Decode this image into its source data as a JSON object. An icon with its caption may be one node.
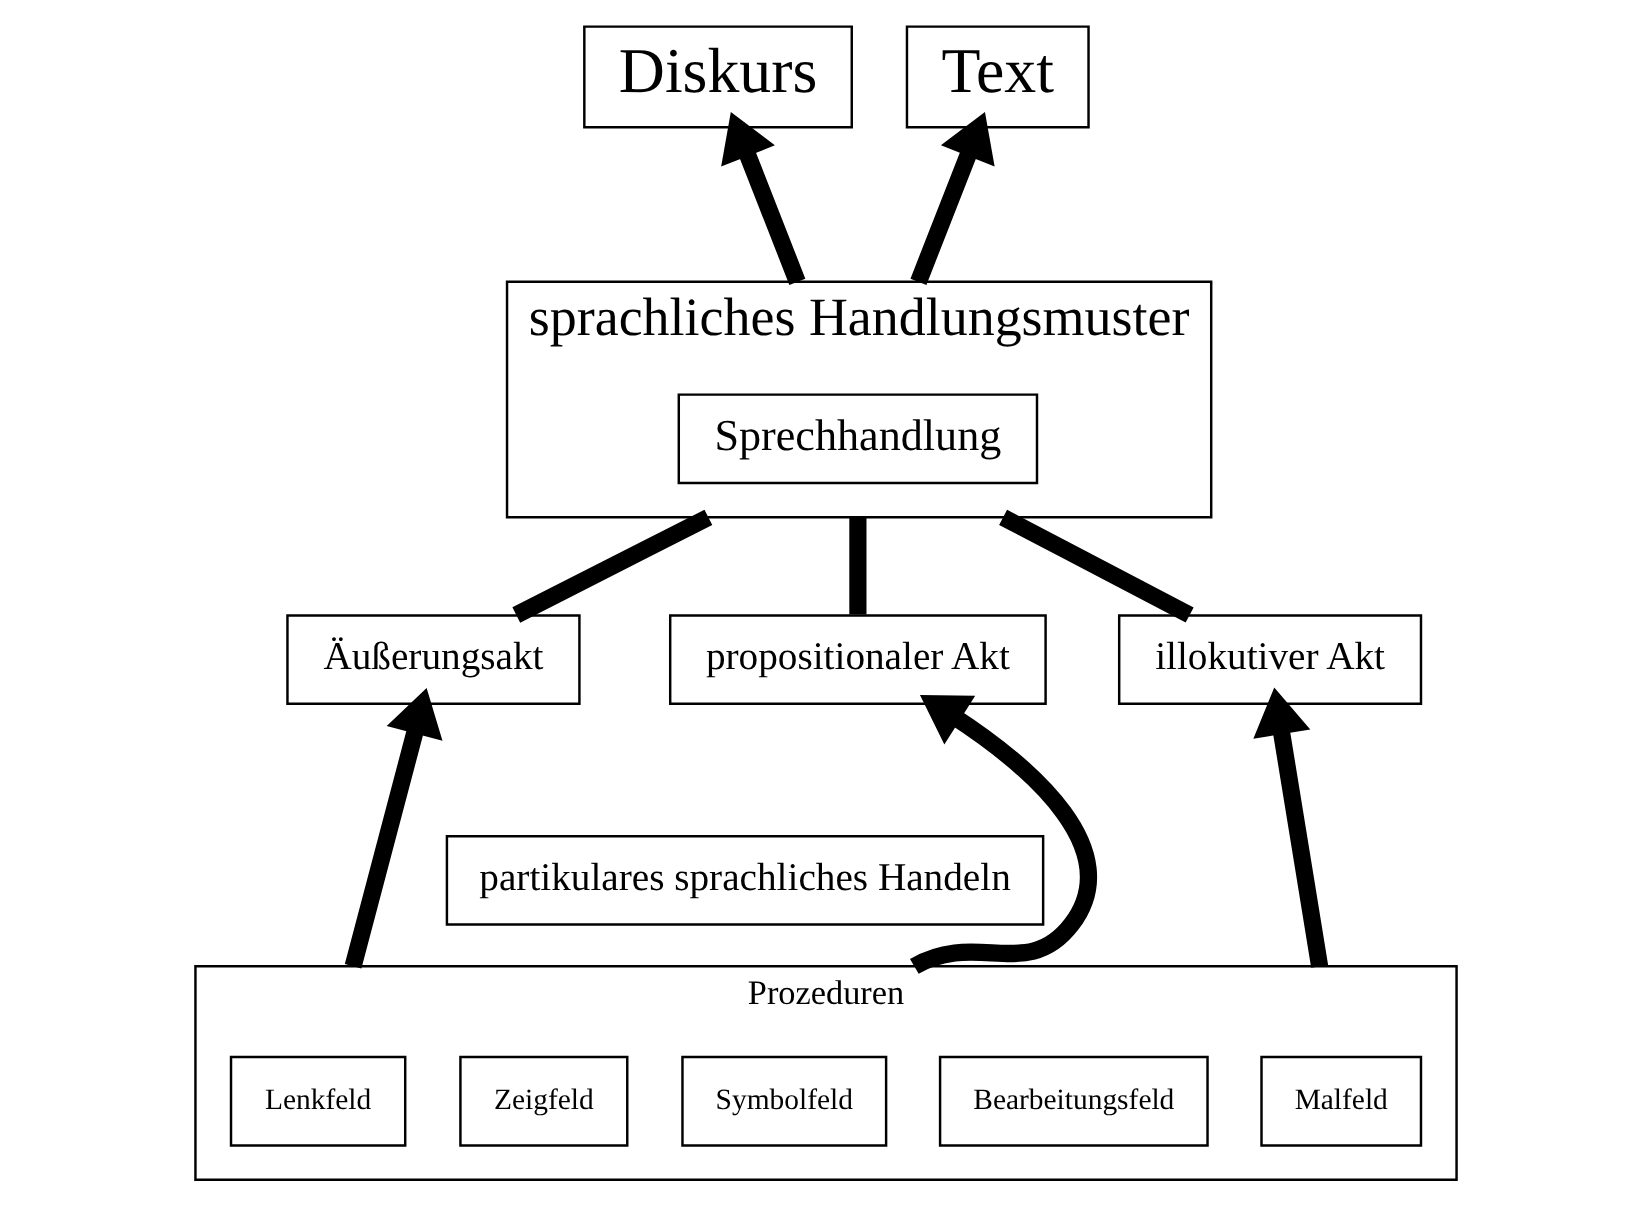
{
  "diagram": {
    "nodes": [
      {
        "text": [
          "Diskurs"
        ]
      },
      {
        "text": [
          "Text"
        ]
      },
      {
        "text": [
          "sprachliches Handlungsmuster"
        ]
      },
      {
        "text": [
          "Sprechhandlung"
        ],
        "in": 2
      },
      {
        "text": [
          "Äußerungsakt"
        ]
      },
      {
        "text": [
          "propositionaler Akt"
        ]
      },
      {
        "text": [
          "illokutiver Akt"
        ]
      },
      {
        "text": [
          "partikulares sprachliches Handeln"
        ]
      },
      {
        "text": [
          "Prozeduren"
        ]
      },
      {
        "text": [
          "Lenkfeld"
        ],
        "in": 8
      },
      {
        "text": [
          "Zeigfeld"
        ],
        "in": 8
      },
      {
        "text": [
          "Symbolfeld"
        ],
        "in": 8
      },
      {
        "text": [
          "Bearbeitungsfeld"
        ],
        "in": 8
      },
      {
        "text": [
          "Malfeld"
        ],
        "in": 8
      }
    ],
    "edges": [
      {
        "from": 2,
        "to": 0,
        "arrow": "to"
      },
      {
        "from": 2,
        "to": 1,
        "arrow": "to"
      },
      {
        "from": 4,
        "to": 2,
        "arrow": "none"
      },
      {
        "from": 5,
        "to": 2,
        "arrow": "none"
      },
      {
        "from": 6,
        "to": 2,
        "arrow": "none"
      },
      {
        "from": 8,
        "to": 4,
        "arrow": "to"
      },
      {
        "from": 8,
        "to": 5,
        "arrow": "to"
      },
      {
        "from": 8,
        "to": 6,
        "arrow": "to"
      }
    ]
  }
}
